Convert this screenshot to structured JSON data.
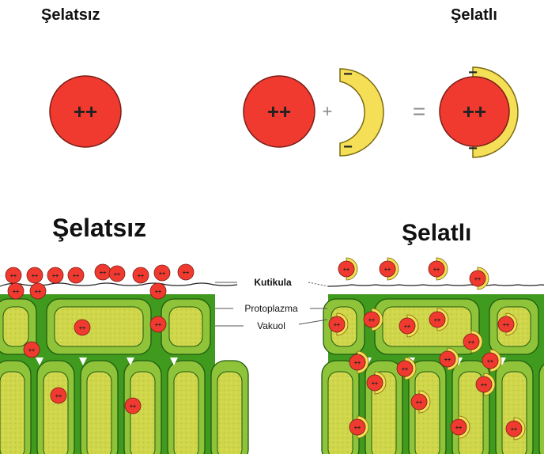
{
  "top": {
    "left_title": "Şelatsız",
    "right_title": "Şelatlı",
    "ion_charge": "++",
    "chelator_charge_top": "−",
    "chelator_charge_bottom": "−",
    "plus_sign": "+",
    "equals_sign": "="
  },
  "bottom": {
    "left_title": "Şelatsız",
    "right_title": "Şelatlı",
    "labels": {
      "cuticle": "Kutikula",
      "protoplasm": "Protoplazma",
      "vacuole": "Vakuol"
    }
  },
  "colors": {
    "ion_red": "#f03a30",
    "chelator_yellow": "#f5df57",
    "cell_wall_green": "#3f9a1e",
    "cell_inner_green": "#8fc43a",
    "vacuole_yellow": "#cfd64a"
  }
}
